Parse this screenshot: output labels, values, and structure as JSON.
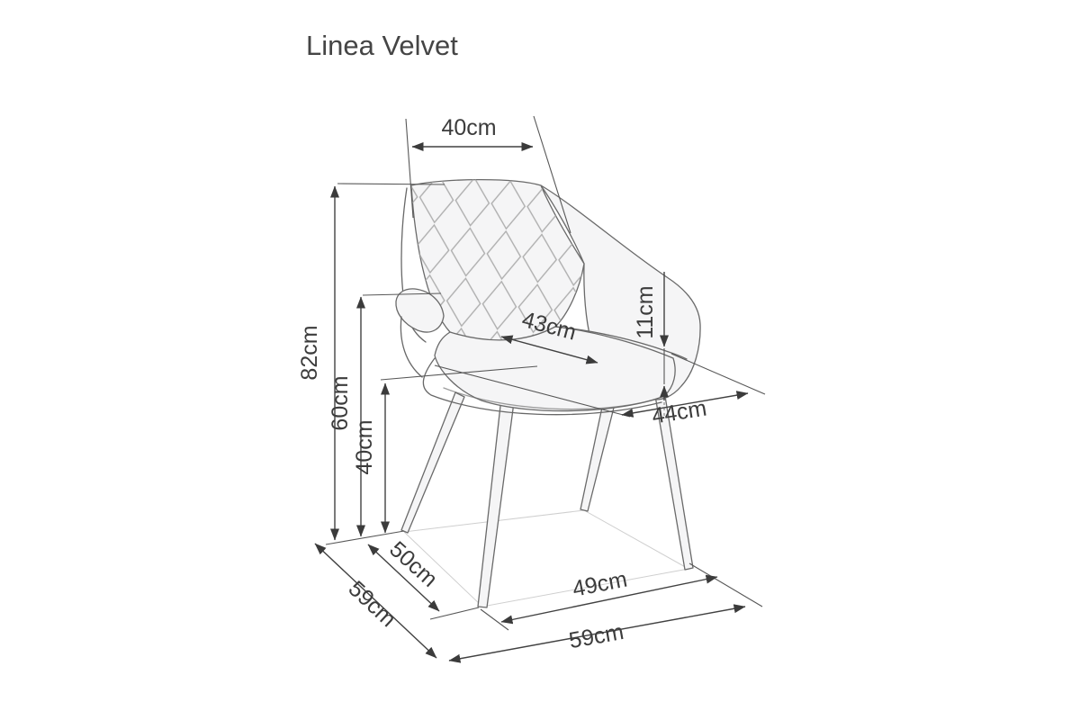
{
  "title": "Linea Velvet",
  "unit": "cm",
  "colors": {
    "background": "#ffffff",
    "line": "#414141",
    "text": "#3c3c3c",
    "chair_fill": "#f5f5f6",
    "chair_outline": "#6a6a6a",
    "quilt_line": "#aeaeae",
    "floor_line": "#cfcfcf"
  },
  "dims": [
    {
      "name": "backrest-top-width",
      "label": "40cm",
      "value": 40
    },
    {
      "name": "overall-height",
      "label": "82cm",
      "value": 82
    },
    {
      "name": "armrest-top-height",
      "label": "60cm",
      "value": 60
    },
    {
      "name": "seat-height",
      "label": "40cm",
      "value": 40
    },
    {
      "name": "armrest-above-seat",
      "label": "11cm",
      "value": 11
    },
    {
      "name": "seat-depth",
      "label": "43cm",
      "value": 43
    },
    {
      "name": "seat-width",
      "label": "44cm",
      "value": 44
    },
    {
      "name": "base-side-depth",
      "label": "50cm",
      "value": 50
    },
    {
      "name": "overall-depth",
      "label": "59cm",
      "value": 59
    },
    {
      "name": "base-front-width",
      "label": "49cm",
      "value": 49
    },
    {
      "name": "overall-width",
      "label": "59cm",
      "value": 59
    }
  ]
}
